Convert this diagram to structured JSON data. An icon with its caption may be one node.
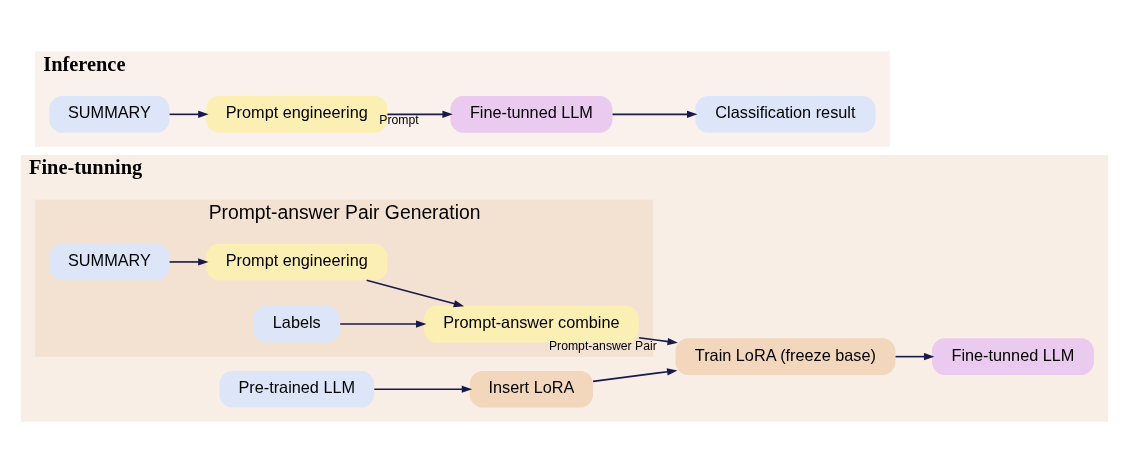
{
  "diagram": {
    "nodes": [
      {
        "text": [
          "Fine-tunning"
        ]
      },
      {
        "text": [
          "Pre-trained LLM"
        ],
        "in": 0
      },
      {
        "text": [
          "Insert LoRA"
        ],
        "in": 0
      },
      {
        "text": [
          "Prompt-answer Pair Generation"
        ],
        "in": 0
      },
      {
        "text": [
          "SUMMARY"
        ],
        "in": 3
      },
      {
        "text": [
          "Prompt engineering"
        ],
        "in": 3
      },
      {
        "text": [
          "Labels"
        ],
        "in": 3
      },
      {
        "text": [
          "Prompt-answer combine"
        ],
        "in": 3
      },
      {
        "text": [
          "Train LoRA (freeze base)"
        ],
        "in": 0
      },
      {
        "text": [
          "Fine-tunned LLM"
        ],
        "in": 0
      },
      {
        "text": [
          "Inference"
        ]
      },
      {
        "text": [
          "SUMMARY"
        ],
        "in": 10
      },
      {
        "text": [
          "Prompt engineering"
        ],
        "in": 10
      },
      {
        "text": [
          "Fine-tunned LLM"
        ],
        "in": 10
      },
      {
        "text": [
          "Classification result"
        ],
        "in": 10
      }
    ],
    "edges": [
      {
        "from": 1,
        "to": 2,
        "arrow": "to"
      },
      {
        "from": 2,
        "to": 8,
        "arrow": "to"
      },
      {
        "from": 4,
        "to": 5,
        "arrow": "to"
      },
      {
        "from": 5,
        "to": 7,
        "arrow": "to"
      },
      {
        "from": 6,
        "to": 7,
        "arrow": "to"
      },
      {
        "from": 7,
        "to": 8,
        "arrow": "to",
        "label": "Prompt-answer Pair"
      },
      {
        "from": 8,
        "to": 9,
        "arrow": "to"
      },
      {
        "from": 11,
        "to": 12,
        "arrow": "to"
      },
      {
        "from": 12,
        "to": 13,
        "arrow": "to",
        "label": "Prompt"
      },
      {
        "from": 13,
        "to": 14,
        "arrow": "to"
      }
    ]
  }
}
